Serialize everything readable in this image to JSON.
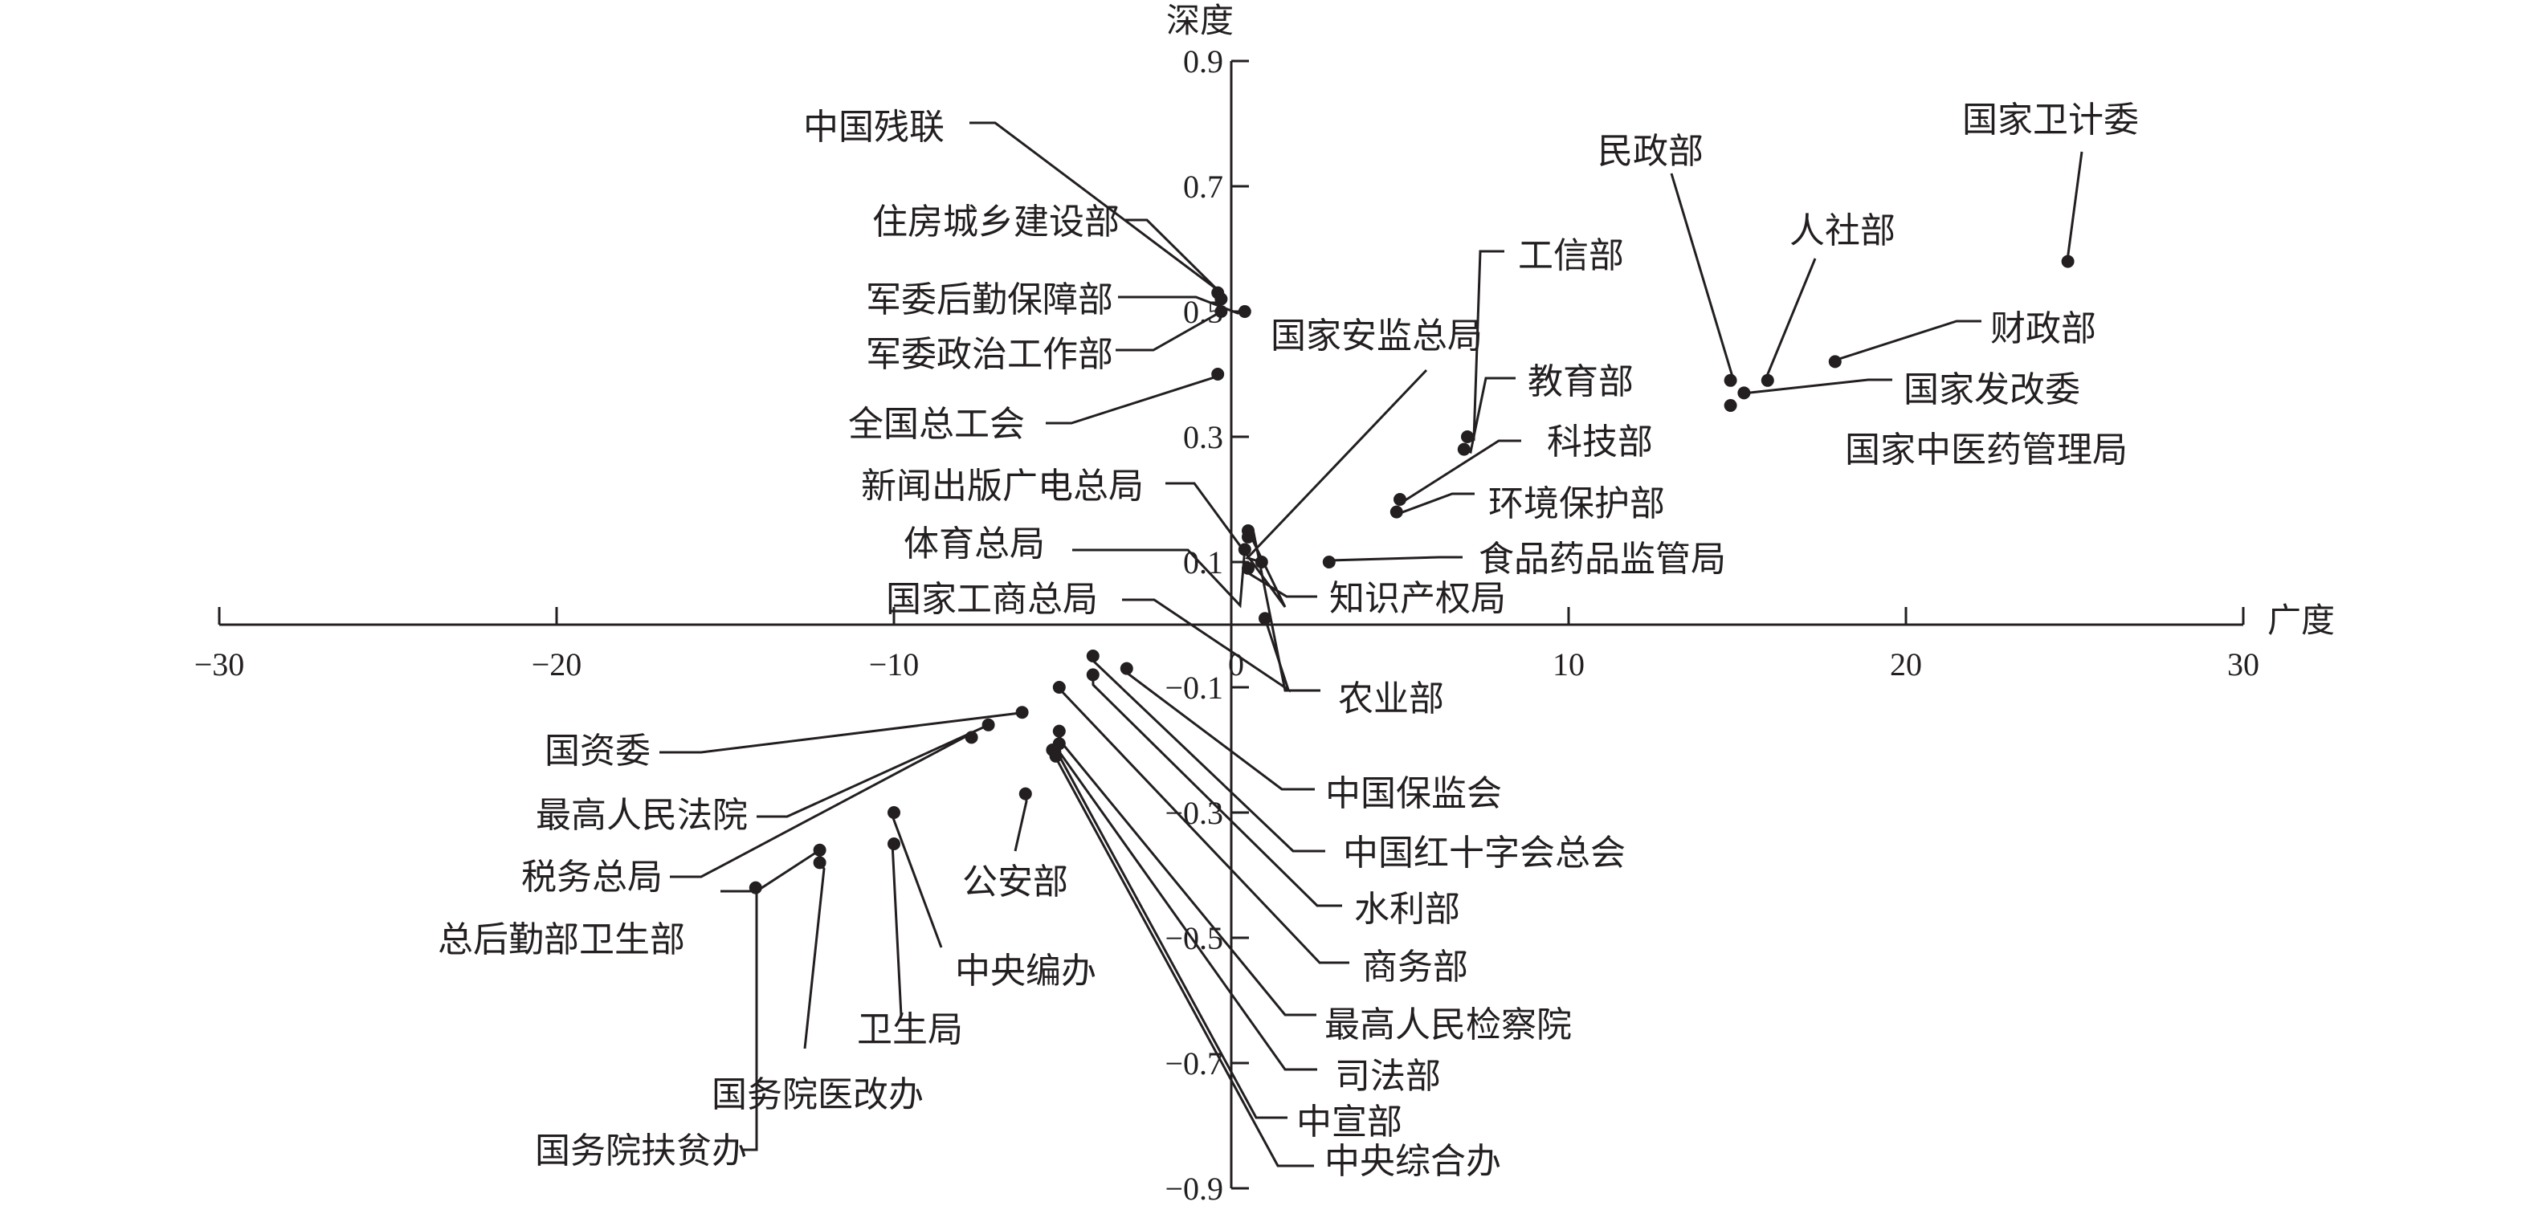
{
  "chart_data": {
    "type": "scatter",
    "xlabel": "广度",
    "ylabel": "深度",
    "xlim": [
      -30,
      30
    ],
    "ylim": [
      -0.9,
      0.9
    ],
    "xticks": [
      "−30",
      "−20",
      "−10",
      "0",
      "10",
      "20",
      "30"
    ],
    "yticks": [
      "0.9",
      "0.7",
      "0.5",
      "0.3",
      "0.1",
      "−0.1",
      "−0.3",
      "−0.5",
      "−0.7",
      "−0.9"
    ],
    "points": [
      {
        "label": "中国残联",
        "x": -0.4,
        "y": 0.53
      },
      {
        "label": "住房城乡建设部",
        "x": -0.3,
        "y": 0.52
      },
      {
        "label": "军委后勤保障部",
        "x": 0.4,
        "y": 0.5
      },
      {
        "label": "军委政治工作部",
        "x": -0.3,
        "y": 0.5
      },
      {
        "label": "全国总工会",
        "x": -0.4,
        "y": 0.4
      },
      {
        "label": "新闻出版广电总局",
        "x": 0.5,
        "y": 0.15
      },
      {
        "label": "体育总局",
        "x": 0.4,
        "y": 0.12
      },
      {
        "label": "国家工商总局",
        "x": 1.0,
        "y": 0.01
      },
      {
        "label": "国家安监总局",
        "x": 0.9,
        "y": 0.1
      },
      {
        "label": "知识产权局",
        "x": 0.5,
        "y": 0.09
      },
      {
        "label": "农业部",
        "x": 0.5,
        "y": 0.14
      },
      {
        "label": "工信部",
        "x": 7.0,
        "y": 0.3
      },
      {
        "label": "教育部",
        "x": 6.9,
        "y": 0.28
      },
      {
        "label": "科技部",
        "x": 5.0,
        "y": 0.2
      },
      {
        "label": "环境保护部",
        "x": 4.9,
        "y": 0.18
      },
      {
        "label": "食品药品监管局",
        "x": 2.9,
        "y": 0.1
      },
      {
        "label": "民政部",
        "x": 14.8,
        "y": 0.39
      },
      {
        "label": "人社部",
        "x": 15.9,
        "y": 0.39
      },
      {
        "label": "国家卫计委",
        "x": 24.8,
        "y": 0.58
      },
      {
        "label": "财政部",
        "x": 17.9,
        "y": 0.42
      },
      {
        "label": "国家发改委",
        "x": 15.2,
        "y": 0.37
      },
      {
        "label": "国家中医药管理局",
        "x": 14.8,
        "y": 0.35
      },
      {
        "label": "国资委",
        "x": -6.2,
        "y": -0.14
      },
      {
        "label": "最高人民法院",
        "x": -7.2,
        "y": -0.16
      },
      {
        "label": "税务总局",
        "x": -7.7,
        "y": -0.18
      },
      {
        "label": "总后勤部卫生部",
        "x": -14.1,
        "y": -0.42
      },
      {
        "label": "国务院医改办",
        "x": -12.2,
        "y": -0.38
      },
      {
        "label": "国务院扶贫办",
        "x": -12.2,
        "y": -0.36
      },
      {
        "label": "卫生局",
        "x": -10.0,
        "y": -0.35
      },
      {
        "label": "中央编办",
        "x": -10.0,
        "y": -0.3
      },
      {
        "label": "公安部",
        "x": -6.1,
        "y": -0.27
      },
      {
        "label": "中国保监会",
        "x": -3.1,
        "y": -0.07
      },
      {
        "label": "中国红十字会总会",
        "x": -4.1,
        "y": -0.05
      },
      {
        "label": "水利部",
        "x": -4.1,
        "y": -0.08
      },
      {
        "label": "商务部",
        "x": -5.1,
        "y": -0.1
      },
      {
        "label": "最高人民检察院",
        "x": -5.1,
        "y": -0.17
      },
      {
        "label": "司法部",
        "x": -5.1,
        "y": -0.19
      },
      {
        "label": "中宣部",
        "x": -5.3,
        "y": -0.2
      },
      {
        "label": "中央综合办",
        "x": -5.2,
        "y": -0.21
      }
    ]
  }
}
